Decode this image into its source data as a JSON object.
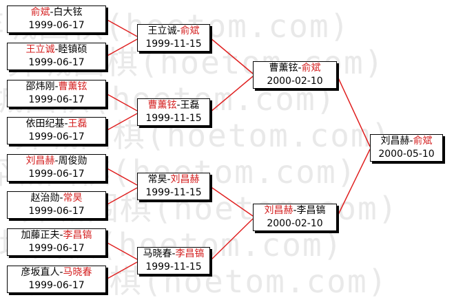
{
  "watermark": [
    "弈城围棋(hoetom.com)",
    "弈城围棋(hoetom.com)",
    "弈城围棋(hoetom.com)",
    "弈城围棋(hoetom.com)",
    "弈城围棋(hoetom.com)",
    "弈城围棋(hoetom.com)",
    "弈城围棋(hoetom.com)",
    "弈城围棋(hoetom.com)"
  ],
  "colors": {
    "winner": "#d42020",
    "line": "#e02020",
    "border": "#000000"
  },
  "round1": [
    {
      "p1": "俞斌",
      "p2": "白大铉",
      "winner": 1,
      "date": "1999-06-17"
    },
    {
      "p1": "王立诚",
      "p2": "睦镇硕",
      "winner": 1,
      "date": "1999-06-17"
    },
    {
      "p1": "邵炜刚",
      "p2": "曹薰铉",
      "winner": 2,
      "date": "1999-06-17"
    },
    {
      "p1": "依田纪基",
      "p2": "王磊",
      "winner": 2,
      "date": "1999-06-17"
    },
    {
      "p1": "刘昌赫",
      "p2": "周俊勋",
      "winner": 1,
      "date": "1999-06-17"
    },
    {
      "p1": "赵治勋",
      "p2": "常昊",
      "winner": 2,
      "date": "1999-06-17"
    },
    {
      "p1": "加藤正夫",
      "p2": "李昌镐",
      "winner": 2,
      "date": "1999-06-17"
    },
    {
      "p1": "彦坂直人",
      "p2": "马晓春",
      "winner": 2,
      "date": "1999-06-17"
    }
  ],
  "round2": [
    {
      "p1": "王立诚",
      "p2": "俞斌",
      "winner": 2,
      "date": "1999-11-15"
    },
    {
      "p1": "曹薰铉",
      "p2": "王磊",
      "winner": 1,
      "date": "1999-11-15"
    },
    {
      "p1": "常昊",
      "p2": "刘昌赫",
      "winner": 2,
      "date": "1999-11-15"
    },
    {
      "p1": "马晓春",
      "p2": "李昌镐",
      "winner": 2,
      "date": "1999-11-15"
    }
  ],
  "round3": [
    {
      "p1": "曹薰铉",
      "p2": "俞斌",
      "winner": 2,
      "date": "2000-02-10"
    },
    {
      "p1": "刘昌赫",
      "p2": "李昌镐",
      "winner": 1,
      "date": "2000-02-10"
    }
  ],
  "final": [
    {
      "p1": "刘昌赫",
      "p2": "俞斌",
      "winner": 2,
      "date": "2000-05-10"
    }
  ]
}
